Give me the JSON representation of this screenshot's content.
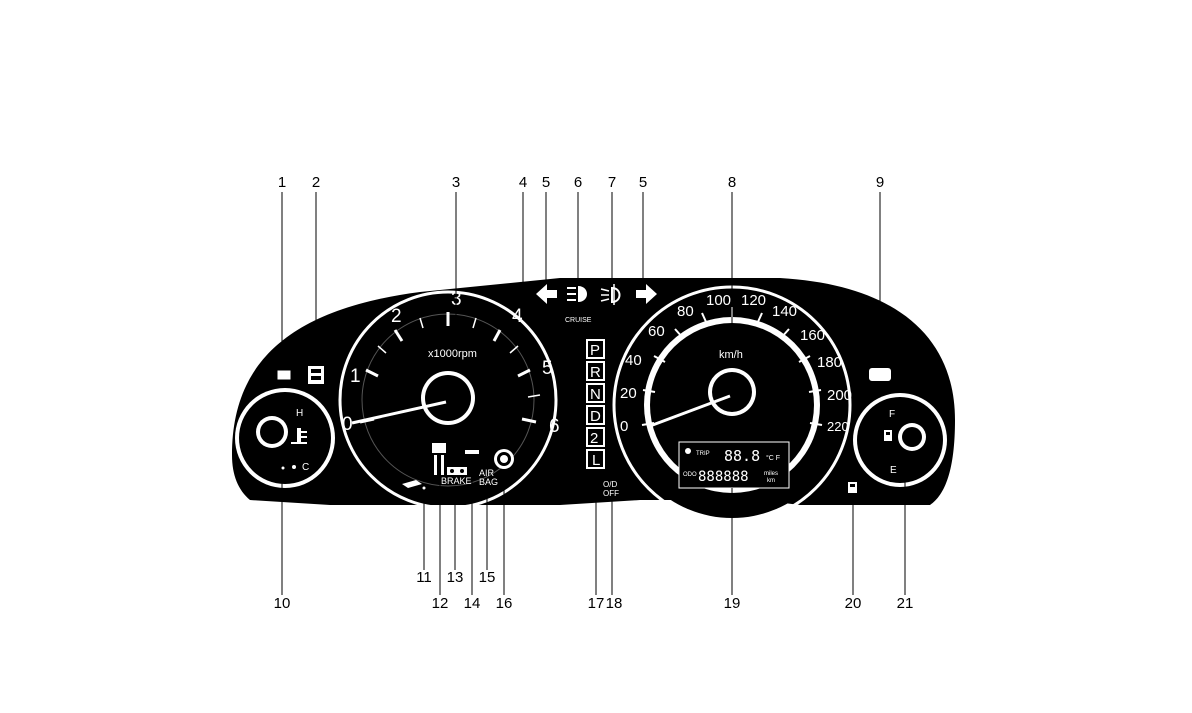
{
  "callouts_top": {
    "c1": "1",
    "c2": "2",
    "c3": "3",
    "c4": "4",
    "c5a": "5",
    "c6": "6",
    "c7": "7",
    "c5b": "5",
    "c8": "8",
    "c9": "9"
  },
  "callouts_bottom": {
    "c10": "10",
    "c11": "11",
    "c12": "12",
    "c13": "13",
    "c14": "14",
    "c15": "15",
    "c16": "16",
    "c17": "17",
    "c18": "18",
    "c19": "19",
    "c20": "20",
    "c21": "21"
  },
  "tachometer": {
    "numbers": [
      "0",
      "1",
      "2",
      "3",
      "4",
      "5",
      "6"
    ],
    "unit": "x1000rpm"
  },
  "speedometer": {
    "numbers": [
      "0",
      "20",
      "40",
      "60",
      "80",
      "100",
      "120",
      "140",
      "160",
      "180",
      "200",
      "220"
    ],
    "unit": "km/h"
  },
  "gears": [
    "P",
    "R",
    "N",
    "D",
    "2",
    "L"
  ],
  "indicators": {
    "cruise": "CRUISE",
    "brake": "BRAKE",
    "air_bag_line1": "AIR",
    "air_bag_line2": "BAG",
    "od_off_line1": "O/D",
    "od_off_line2": "OFF"
  },
  "temp_gauge": {
    "hot": "H",
    "cold": "C"
  },
  "fuel_gauge": {
    "full": "F",
    "empty": "E"
  },
  "lcd": {
    "trip": "TRIP",
    "temp_digits": "88.8",
    "temp_unit": "°C F",
    "odo": "ODO",
    "odo_digits": "888888",
    "dist_unit_1": "miles",
    "dist_unit_2": "km"
  }
}
